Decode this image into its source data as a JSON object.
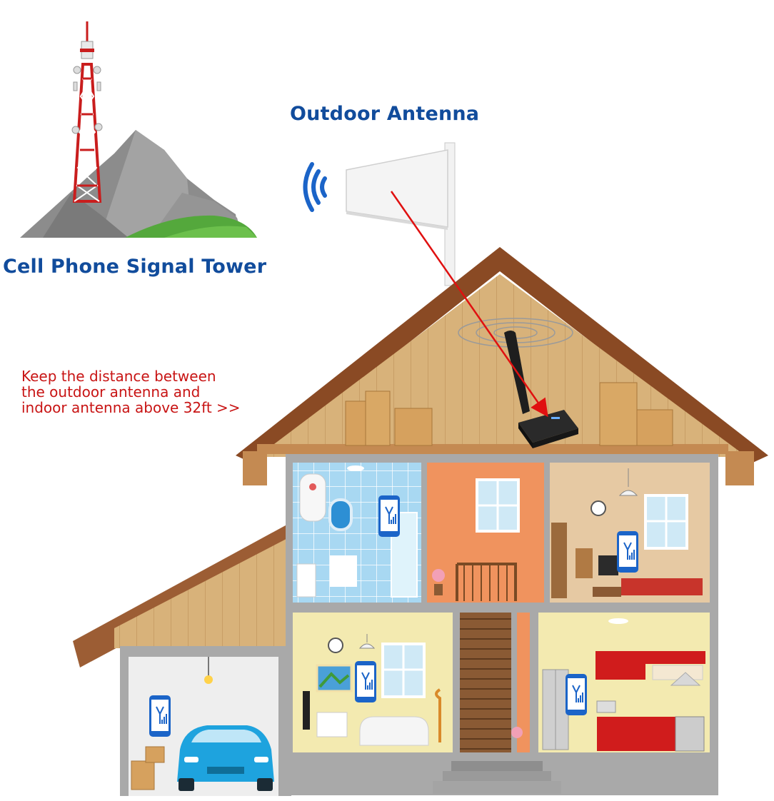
{
  "labels": {
    "outdoor_antenna": "Outdoor Antenna",
    "cell_tower": "Cell Phone Signal Tower",
    "note_line1": "Keep the distance between",
    "note_line2": "the outdoor antenna and",
    "note_line3": "indoor antenna above 32ft >>"
  },
  "colors": {
    "title_blue": "#114c9c",
    "note_red": "#c81414",
    "arrow_red": "#e01010",
    "roof_brown": "#8a4a24",
    "attic_wood": "#d7b07a",
    "wall_grey": "#a9a9a9",
    "bathroom_blue": "#9fd2ef",
    "hall_orange": "#f0935e",
    "bedroom_tan": "#e6c9a3",
    "living_yellow": "#f3eab0",
    "car_blue": "#1ea3de",
    "grass_green": "#54a83c",
    "mountain_grey": "#8a8a8a"
  },
  "icons": [
    "signal-tower-icon",
    "mountain-icon",
    "panel-antenna-icon",
    "wifi-waves-icon",
    "signal-booster-icon",
    "smartphone-signal-icon",
    "car-icon",
    "cardboard-box-icon"
  ]
}
